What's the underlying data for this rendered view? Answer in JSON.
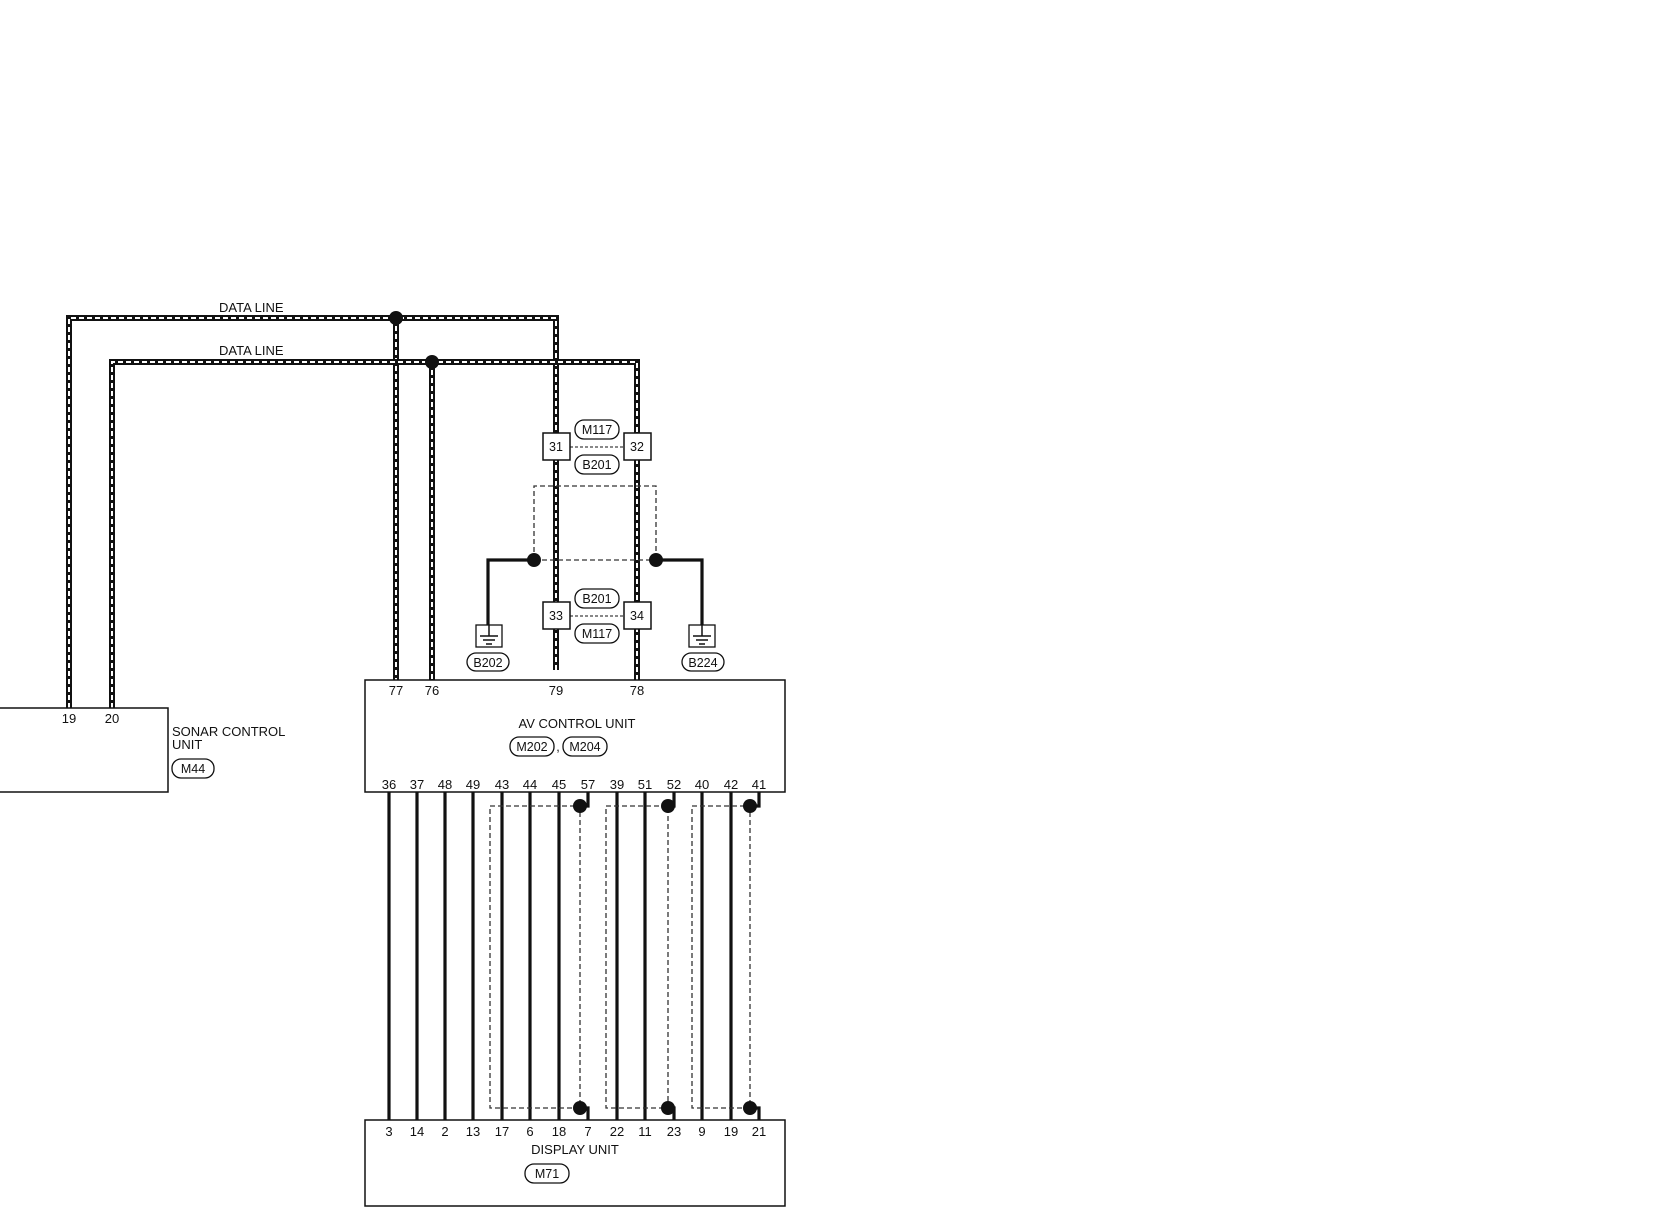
{
  "labels": {
    "data_line_1": "DATA LINE",
    "data_line_2": "DATA LINE"
  },
  "sonar": {
    "name_line1": "SONAR CONTROL",
    "name_line2": "UNIT",
    "connector": "M44",
    "pins": [
      "19",
      "20"
    ]
  },
  "av": {
    "name": "AV CONTROL UNIT",
    "connectors": [
      "M202",
      "M204"
    ],
    "connector_separator": ",",
    "top_pins": [
      "77",
      "76",
      "79",
      "78"
    ],
    "bottom_pins": [
      "36",
      "37",
      "48",
      "49",
      "43",
      "44",
      "45",
      "57",
      "39",
      "51",
      "52",
      "40",
      "42",
      "41"
    ]
  },
  "display": {
    "name": "DISPLAY UNIT",
    "connector": "M71",
    "pins": [
      "3",
      "14",
      "2",
      "13",
      "17",
      "6",
      "18",
      "7",
      "22",
      "11",
      "23",
      "9",
      "19",
      "21"
    ]
  },
  "junction": {
    "upper_pins": [
      "31",
      "32"
    ],
    "upper_connectors": [
      "M117",
      "B201"
    ],
    "lower_pins": [
      "33",
      "34"
    ],
    "lower_connectors": [
      "B201",
      "M117"
    ]
  },
  "grounds": [
    "B202",
    "B224"
  ]
}
